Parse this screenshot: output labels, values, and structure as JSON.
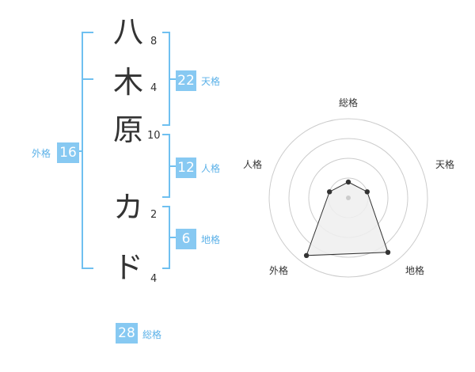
{
  "name": {
    "characters": [
      {
        "char": "八",
        "strokes": "8"
      },
      {
        "char": "木",
        "strokes": "4"
      },
      {
        "char": "原",
        "strokes": "10"
      },
      {
        "char": "カ",
        "strokes": "2"
      },
      {
        "char": "ド",
        "strokes": "4"
      }
    ]
  },
  "fortunes": {
    "tenkaku": {
      "value": "22",
      "label": "天格"
    },
    "jinkaku": {
      "value": "12",
      "label": "人格"
    },
    "chikaku": {
      "value": "6",
      "label": "地格"
    },
    "gaikaku": {
      "value": "16",
      "label": "外格"
    },
    "soukaku": {
      "value": "28",
      "label": "総格"
    }
  },
  "radar": {
    "axes": [
      "総格",
      "天格",
      "地格",
      "外格",
      "人格"
    ],
    "values": [
      0.2,
      0.25,
      0.85,
      0.9,
      0.25
    ],
    "max": 1,
    "rings": 4,
    "colors": {
      "grid": "#cccccc",
      "fill": "#eeeeee",
      "line": "#333333",
      "point": "#333333",
      "center": "#cccccc"
    }
  },
  "colors": {
    "accent": "#87c9f2",
    "accent_text": "#5bb1e8",
    "bracket": "#6fc0f0",
    "text": "#333333"
  }
}
